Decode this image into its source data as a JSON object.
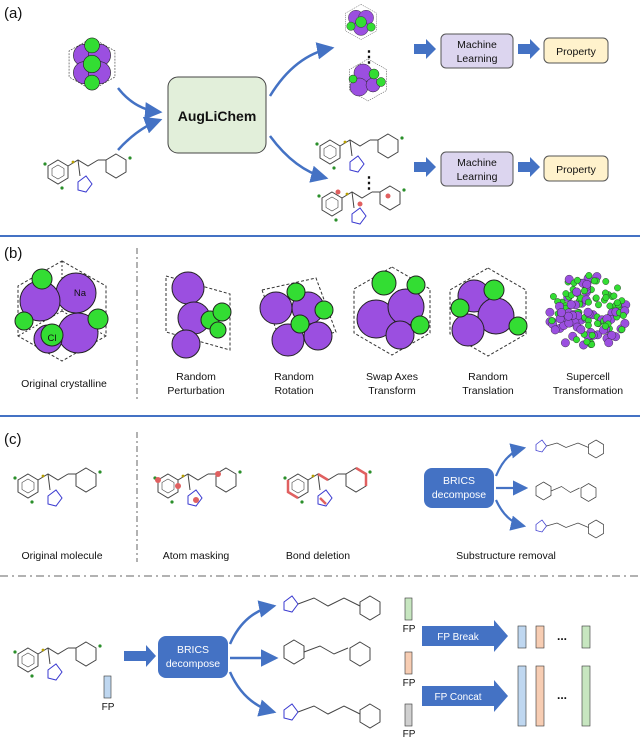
{
  "panel_a": {
    "label": "(a)",
    "center_box": "AugLiChem",
    "ml_line1": "Machine",
    "ml_line2": "Learning",
    "property": "Property",
    "ellipsis": "⋮"
  },
  "panel_b": {
    "label": "(b)",
    "atom_labels": {
      "na": "Na",
      "cl": "Cl"
    },
    "captions": [
      [
        "Original crystalline",
        ""
      ],
      [
        "Random",
        "Perturbation"
      ],
      [
        "Random",
        "Rotation"
      ],
      [
        "Swap Axes",
        "Transform"
      ],
      [
        "Random",
        "Translation"
      ],
      [
        "Supercell",
        "Transformation"
      ]
    ]
  },
  "panel_c": {
    "label": "(c)",
    "captions": [
      "Original molecule",
      "Atom masking",
      "Bond deletion",
      "Substructure removal"
    ],
    "brics_line1": "BRICS",
    "brics_line2": "decompose",
    "fp": "FP",
    "fp_break": "FP Break",
    "fp_concat": "FP Concat",
    "ellipsis": "..."
  },
  "colors": {
    "blue_arrow": "#4472c4",
    "green_box": "#e2efda",
    "purple_box": "#dcd5ef",
    "yellow_box": "#fff2cc",
    "separator": "#4472c4",
    "purple_atom": "#9b4fe0",
    "green_atom": "#33dd33"
  }
}
